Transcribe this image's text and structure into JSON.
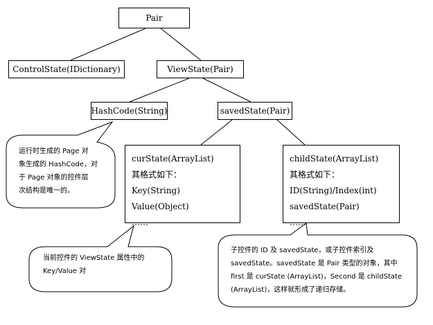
{
  "nodes": {
    "pair": "Pair",
    "control_state": "ControlState(IDictionary)",
    "view_state": "ViewState(Pair)",
    "hash_code": "HashCode(String)",
    "saved_state": "savedState(Pair)",
    "cur_state": {
      "lines": [
        "curState(ArrayList)",
        "其格式如下：",
        "Key(String)",
        "Value(Object)",
        "……"
      ]
    },
    "child_state": {
      "lines": [
        "childState(ArrayList)",
        "其格式如下：",
        "ID(String)/Index(int)",
        "savedState(Pair)",
        "……"
      ]
    }
  },
  "callouts": {
    "hashcode_note": {
      "lines": [
        "运行时生成的 Page 对",
        "象生成的 HashCode，对",
        "于 Page 对象的控件层",
        "次结构是唯一的。"
      ]
    },
    "viewstate_note": {
      "lines": [
        "当前控件的 ViewState 属性中的",
        "Key/Value 对"
      ]
    },
    "childstate_note": {
      "lines": [
        "子控件的 ID 及 savedState，或子控件索引及",
        "savedState。savedState 是 Pair 类型的对象，其中",
        "first 是 curState (ArrayList)，Second 是 childState",
        "(ArrayList)，这样就形成了递归存储。"
      ]
    }
  },
  "colors": {
    "stroke": "#000000",
    "fill": "#ffffff"
  }
}
